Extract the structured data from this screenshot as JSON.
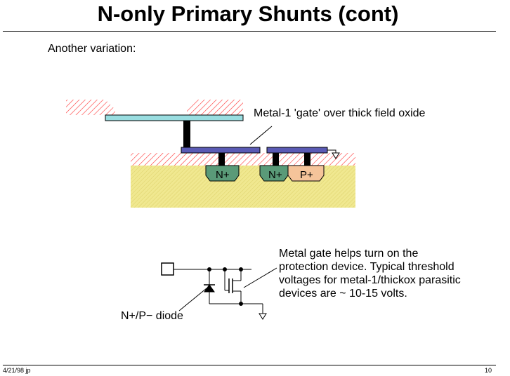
{
  "slide": {
    "title": "N-only Primary Shunts (cont)",
    "intro": "Another variation:"
  },
  "cross_section": {
    "callout": "Metal-1 'gate' over thick field oxide",
    "regions": {
      "n_plus_left": "N+",
      "n_plus_right": "N+",
      "p_plus": "P+"
    }
  },
  "schematic": {
    "callout_lines": [
      "Metal gate helps turn on the",
      "protection device.  Typical threshold",
      "voltages for metal-1/thickox parasitic",
      "devices are ~ 10-15 volts."
    ],
    "diode_label": "N+/P− diode"
  },
  "footer": {
    "date": "4/21/98  jp",
    "page": "10"
  },
  "colors": {
    "hatch_red": "#ff3333",
    "metal_cyan": "#99dde0",
    "metal_blue": "#5a5ab4",
    "substrate_yellow": "#f0e890",
    "n_plus_green": "#5a9a78",
    "p_plus_tan": "#f5c49a"
  }
}
